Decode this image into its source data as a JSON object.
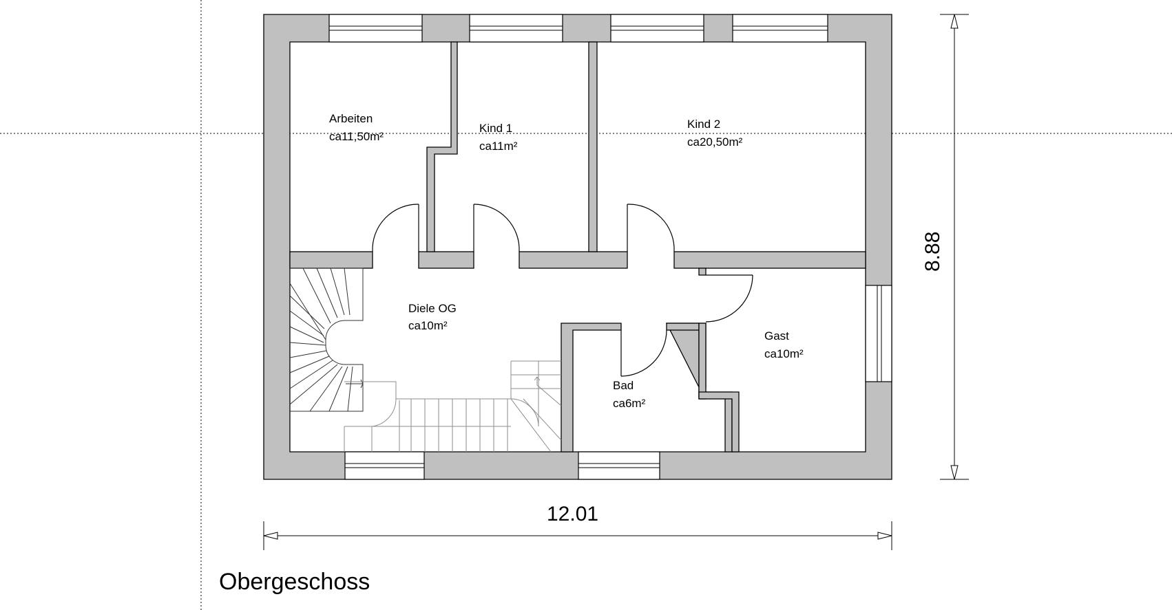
{
  "plan": {
    "title": "Obergeschoss",
    "dimension_width": "12.01",
    "dimension_depth": "8.88"
  },
  "rooms": [
    {
      "name": "Arbeiten",
      "area": "ca11,50m²"
    },
    {
      "name": "Kind 1",
      "area": "ca11m²"
    },
    {
      "name": "Kind 2",
      "area": "ca20,50m²"
    },
    {
      "name": "Diele OG",
      "area": "ca10m²"
    },
    {
      "name": "Gast",
      "area": "ca10m²"
    },
    {
      "name": "Bad",
      "area": "ca6m²"
    }
  ],
  "colors": {
    "wall_fill": "#c0c0c0",
    "line": "#000000",
    "stair_line": "#8c8c8c",
    "guide_line": "#000000"
  }
}
